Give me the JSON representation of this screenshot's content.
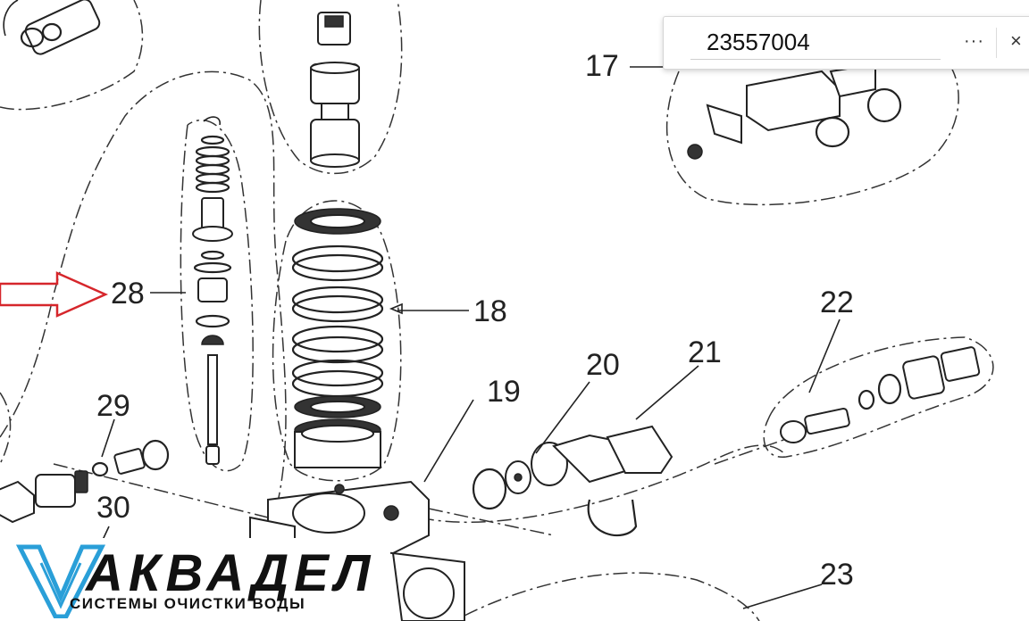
{
  "diagram": {
    "callouts": {
      "c17": "17",
      "c18": "18",
      "c19": "19",
      "c20": "20",
      "c21": "21",
      "c22": "22",
      "c23": "23",
      "c28": "28",
      "c29": "29",
      "c30": "30"
    },
    "arrow_color": "#d6262b"
  },
  "search": {
    "value": "23557004",
    "more_label": "···",
    "close_label": "×"
  },
  "logo": {
    "name": "АКВАДЕЛ",
    "tagline": "СИСТЕМЫ ОЧИСТКИ ВОДЫ",
    "accent": "#2a9fd8"
  }
}
